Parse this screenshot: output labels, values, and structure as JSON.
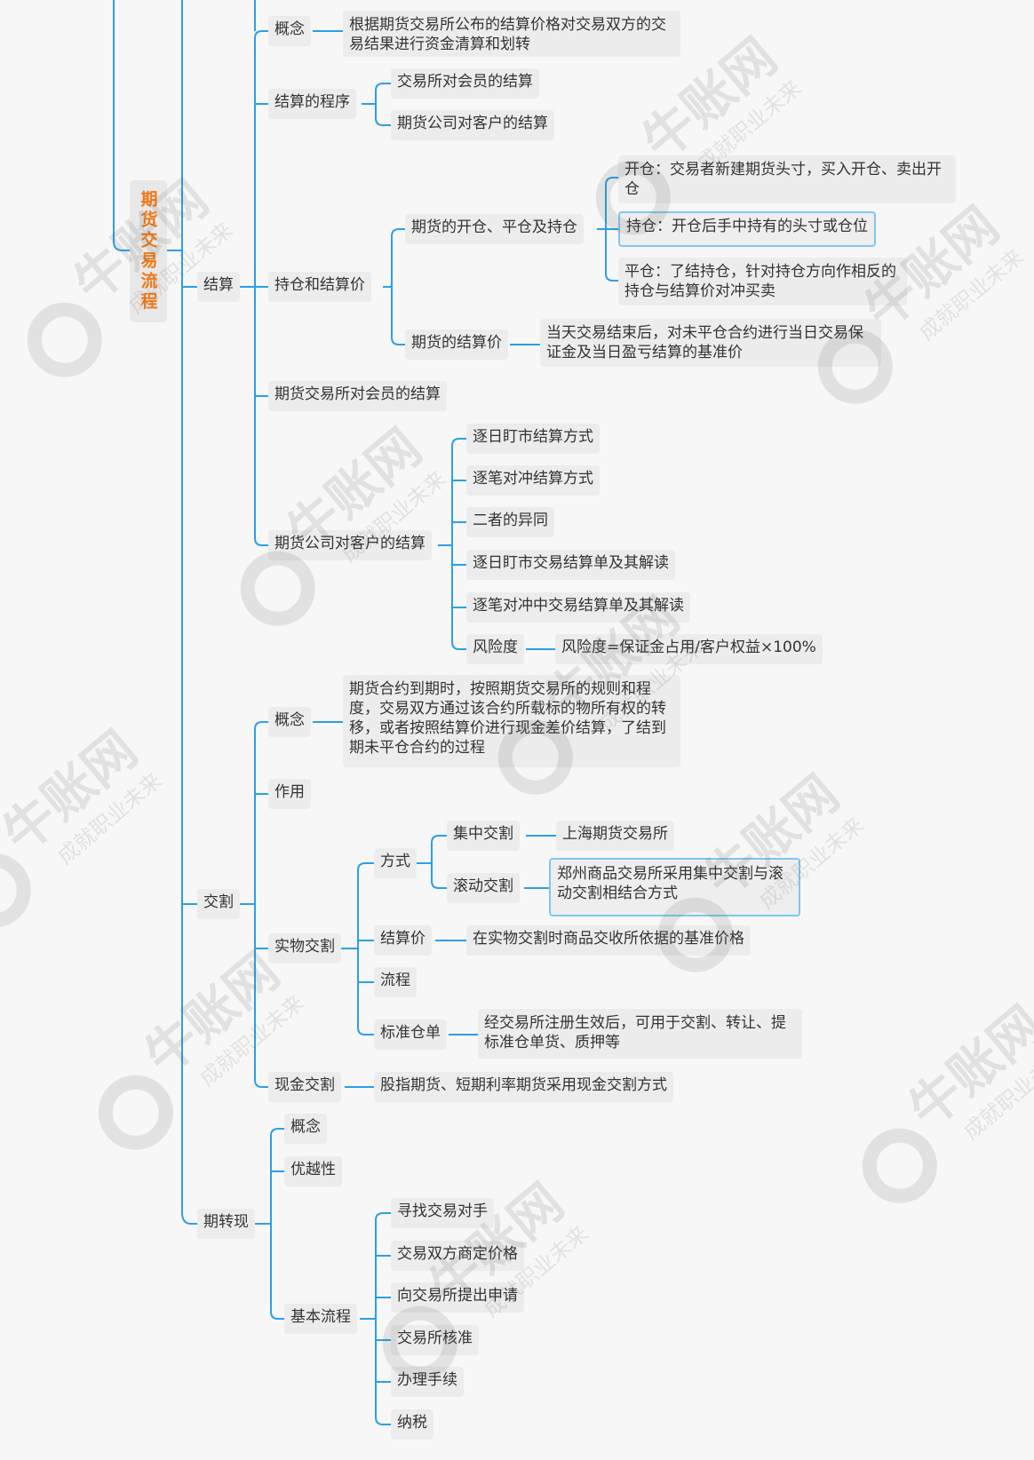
{
  "root": {
    "label": "期货交易流程"
  },
  "branches": {
    "settlement": {
      "label": "结算",
      "concept": {
        "label": "概念",
        "desc": "根据期货交易所公布的结算价格对交易双方的交易结果进行资金清算和划转"
      },
      "procedure": {
        "label": "结算的程序",
        "items": [
          "交易所对会员的结算",
          "期货公司对客户的结算"
        ]
      },
      "position": {
        "label": "持仓和结算价",
        "open_close": {
          "label": "期货的开仓、平仓及持仓",
          "items": [
            "开仓：交易者新建期货头寸，买入开仓、卖出开仓",
            "持仓：开仓后手中持有的头寸或仓位",
            "平仓：了结持仓，针对持仓方向作相反的持仓与结算价对冲买卖"
          ]
        },
        "price": {
          "label": "期货的结算价",
          "desc": "当天交易结束后，对未平仓合约进行当日交易保证金及当日盈亏结算的基准价"
        }
      },
      "exchange_member": {
        "label": "期货交易所对会员的结算"
      },
      "company_client": {
        "label": "期货公司对客户的结算",
        "items": [
          "逐日盯市结算方式",
          "逐笔对冲结算方式",
          "二者的异同",
          "逐日盯市交易结算单及其解读",
          "逐笔对冲中交易结算单及其解读",
          "风险度"
        ],
        "risk_formula": "风险度=保证金占用/客户权益×100%"
      }
    },
    "delivery": {
      "label": "交割",
      "concept": {
        "label": "概念",
        "desc": "期货合约到期时，按照期货交易所的规则和程度，交易双方通过该合约所载标的物所有权的转移，或者按照结算价进行现金差价结算，了结到期未平仓合约的过程"
      },
      "function": {
        "label": "作用"
      },
      "physical": {
        "label": "实物交割",
        "method": {
          "label": "方式",
          "centralized": {
            "label": "集中交割",
            "desc": "上海期货交易所"
          },
          "rolling": {
            "label": "滚动交割",
            "desc": "郑州商品交易所采用集中交割与滚动交割相结合方式"
          }
        },
        "settle_price": {
          "label": "结算价",
          "desc": "在实物交割时商品交收所依据的基准价格"
        },
        "process": {
          "label": "流程"
        },
        "warrant": {
          "label": "标准仓单",
          "desc": "经交易所注册生效后，可用于交割、转让、提标准仓单货、质押等"
        }
      },
      "cash": {
        "label": "现金交割",
        "desc": "股指期货、短期利率期货采用现金交割方式"
      }
    },
    "efp": {
      "label": "期转现",
      "concept": {
        "label": "概念"
      },
      "advantage": {
        "label": "优越性"
      },
      "flow": {
        "label": "基本流程",
        "items": [
          "寻找交易对手",
          "交易双方商定价格",
          "向交易所提出申请",
          "交易所核准",
          "办理手续",
          "纳税"
        ]
      }
    }
  },
  "watermark": {
    "brand": "牛账网",
    "slogan": "成就职业未来"
  },
  "colors": {
    "line": "#2b9fe6",
    "root_text": "#f07818",
    "node_bg": "#ececec",
    "selected_border": "#7fc8ef"
  }
}
